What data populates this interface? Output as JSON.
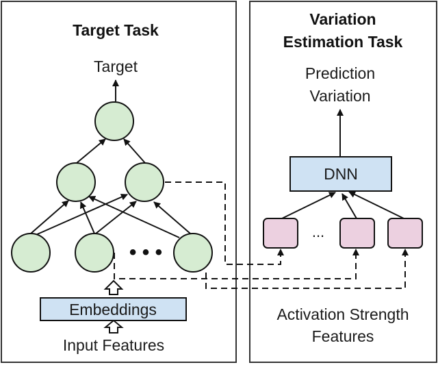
{
  "left_panel": {
    "title": "Target Task",
    "output_label": "Target",
    "embeddings_label": "Embeddings",
    "input_label": "Input Features",
    "ellipsis": "• • •"
  },
  "right_panel": {
    "title_line1": "Variation",
    "title_line2": "Estimation Task",
    "output_line1": "Prediction",
    "output_line2": "Variation",
    "dnn_label": "DNN",
    "ellipsis": "...",
    "input_line1": "Activation Strength",
    "input_line2": "Features"
  },
  "colors": {
    "neuron_fill": "#d6ecd2",
    "feature_fill": "#ecd0e0",
    "box_fill": "#cfe2f3"
  }
}
